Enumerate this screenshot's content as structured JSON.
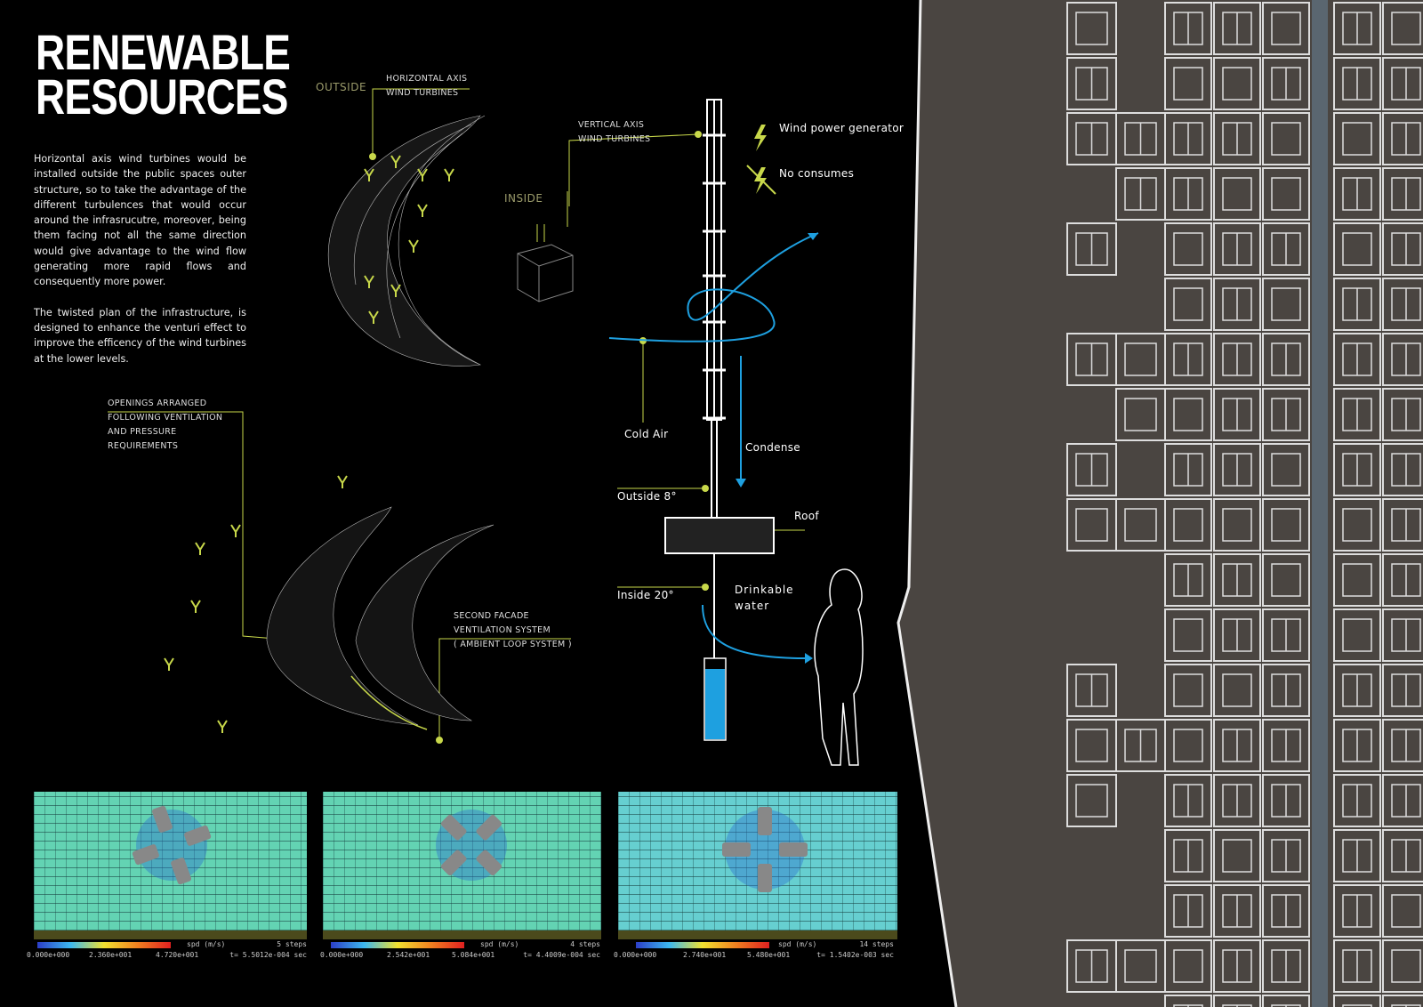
{
  "title": {
    "line1": "RENEWABLE",
    "line2": "RESOURCES"
  },
  "description": [
    "Horizontal axis wind turbines would be installed outside the public spaces outer structure, so to take the advantage of the different turbulences that would occur around the infrasrucutre, moreover, being them facing not all the same direction would give advantage to the wind flow generating more rapid flows and consequently more power.",
    "The twisted plan of the infrastructure, is designed to enhance the venturi effect to improve the efficency of the wind turbines at the lower levels."
  ],
  "labels": {
    "outside": "OUTSIDE",
    "inside": "INSIDE",
    "horizontal": [
      "HORIZONTAL AXIS",
      "WIND TURBINES"
    ],
    "vertical": [
      "VERTICAL AXIS",
      "WIND TURBINES"
    ],
    "openings": [
      "OPENINGS ARRANGED",
      "FOLLOWING VENTILATION",
      "AND PRESSURE",
      "REQUIREMENTS"
    ],
    "second_facade": [
      "SECOND FACADE",
      "VENTILATION SYSTEM",
      "( AMBIENT LOOP SYSTEM )"
    ]
  },
  "legend_icons": {
    "generator": "Wind power generator",
    "no_consume": "No consumes"
  },
  "notes": {
    "cold_air": "Cold Air",
    "condense": "Condense",
    "outside_temp": "Outside 8°",
    "roof": "Roof",
    "inside_temp": "Inside 20°",
    "drinkable": [
      "Drinkable",
      "water"
    ]
  },
  "simulations": [
    {
      "unit": "spd (m/s)",
      "steps": "5 steps",
      "min": "0.000e+000",
      "mid": "2.360e+001",
      "max": "4.720e+001",
      "time": "t= 5.5012e-004 sec"
    },
    {
      "unit": "spd (m/s)",
      "steps": "4 steps",
      "min": "0.000e+000",
      "mid": "2.542e+001",
      "max": "5.084e+001",
      "time": "t= 4.4009e-004 sec"
    },
    {
      "unit": "spd (m/s)",
      "steps": "14 steps",
      "min": "0.000e+000",
      "mid": "2.740e+001",
      "max": "5.480e+001",
      "time": "t= 1.5402e-003 sec"
    }
  ],
  "colors": {
    "accent": "#c8d84a",
    "water": "#1ea0e0",
    "bg": "#000000",
    "plan": "#4a4541"
  }
}
